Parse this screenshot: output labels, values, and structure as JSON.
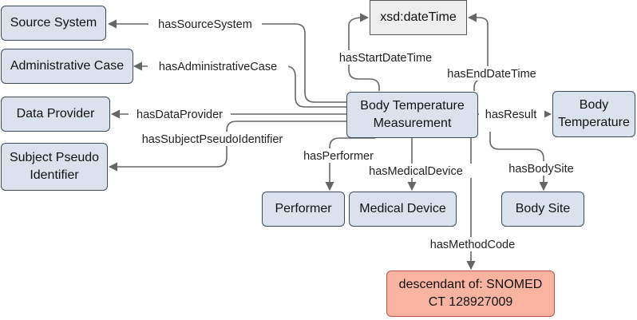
{
  "nodes": {
    "source_system": "Source System",
    "administrative_case": "Administrative Case",
    "data_provider": "Data Provider",
    "subject_pseudo_identifier": [
      "Subject Pseudo",
      "Identifier"
    ],
    "body_temperature_measurement": [
      "Body Temperature",
      "Measurement"
    ],
    "xsd_datetime": "xsd:dateTime",
    "body_temperature": [
      "Body",
      "Temperature"
    ],
    "performer": "Performer",
    "medical_device": "Medical Device",
    "body_site": "Body Site",
    "snomed_code": [
      "descendant of: SNOMED",
      "CT 128927009"
    ]
  },
  "edges": {
    "has_source_system": "hasSourceSystem",
    "has_administrative_case": "hasAdministrativeCase",
    "has_data_provider": "hasDataProvider",
    "has_subject_pseudo_identifier": "hasSubjectPseudoIdentifier",
    "has_start_date_time": "hasStartDateTime",
    "has_end_date_time": "hasEndDateTime",
    "has_result": "hasResult",
    "has_performer": "hasPerformer",
    "has_medical_device": "hasMedicalDevice",
    "has_body_site": "hasBodySite",
    "has_method_code": "hasMethodCode"
  },
  "colors": {
    "class_fill": "#dae3ed",
    "literal_fill": "#eeeeee",
    "value_fill": "#f8b4a0",
    "edge_stroke": "#666666"
  }
}
